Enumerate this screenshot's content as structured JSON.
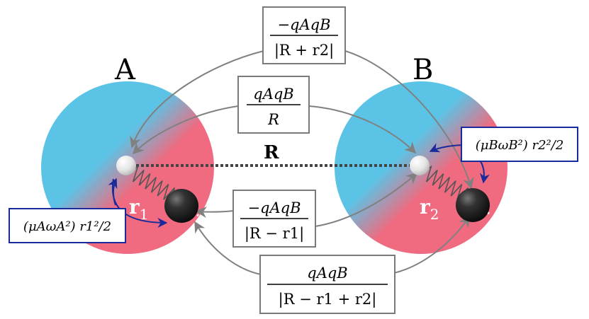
{
  "atoms": {
    "a_label": "A",
    "b_label": "B",
    "r1_label": "r",
    "r1_sub": "1",
    "r2_label": "r",
    "r2_sub": "2",
    "R_label": "R"
  },
  "interactions": {
    "top_num": "−qAqB",
    "top_den": "|R + r2|",
    "mid_num": "qAqB",
    "mid_den": "R",
    "center_num": "−qAqB",
    "center_den": "|R − r1|",
    "bottom_num": "qAqB",
    "bottom_den": "|R − r1 + r2|"
  },
  "springs": {
    "a_energy": "(μAωA²) r1²/2",
    "b_energy": "(μBωB²) r2²/2"
  },
  "colors": {
    "sphere_blue": "#5bc4e6",
    "sphere_red": "#f06b80",
    "arrow_gray": "#808080",
    "arrow_blue": "#1a2a9a",
    "box_border_gray": "#7a7a7a",
    "box_border_blue": "#1a2a9a"
  }
}
